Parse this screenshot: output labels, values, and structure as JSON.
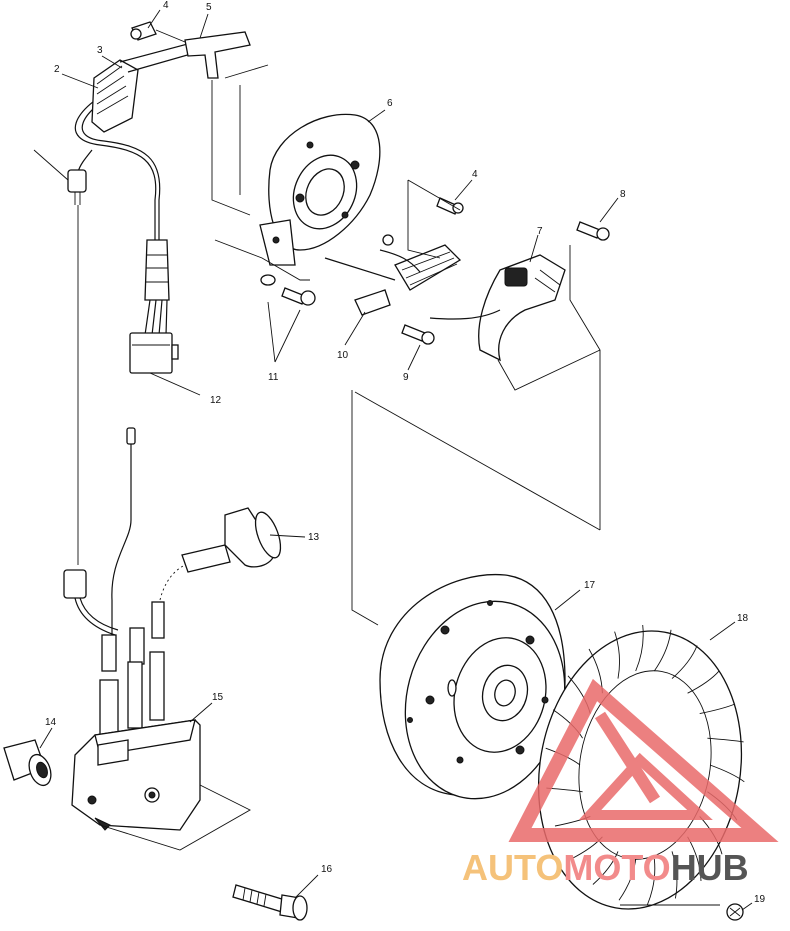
{
  "callouts": [
    {
      "id": "1",
      "label": ""
    },
    {
      "id": "2",
      "label": "2"
    },
    {
      "id": "3",
      "label": "3"
    },
    {
      "id": "4a",
      "label": "4"
    },
    {
      "id": "5",
      "label": "5"
    },
    {
      "id": "6",
      "label": "6"
    },
    {
      "id": "4b",
      "label": "4"
    },
    {
      "id": "8",
      "label": "8"
    },
    {
      "id": "7",
      "label": "7"
    },
    {
      "id": "11",
      "label": "11"
    },
    {
      "id": "10",
      "label": "10"
    },
    {
      "id": "9",
      "label": "9"
    },
    {
      "id": "12",
      "label": "12"
    },
    {
      "id": "13",
      "label": "13"
    },
    {
      "id": "17",
      "label": "17"
    },
    {
      "id": "18",
      "label": "18"
    },
    {
      "id": "14",
      "label": "14"
    },
    {
      "id": "15",
      "label": "15"
    },
    {
      "id": "16",
      "label": "16"
    },
    {
      "id": "19",
      "label": "19"
    }
  ],
  "watermark": {
    "part1": "AUTO",
    "part2": "MOTO",
    "part3": "HUB",
    "color_auto": "#f5c27a",
    "color_moto": "#f28b8b",
    "color_hub": "#555555",
    "logo_color": "#e96a6a"
  }
}
